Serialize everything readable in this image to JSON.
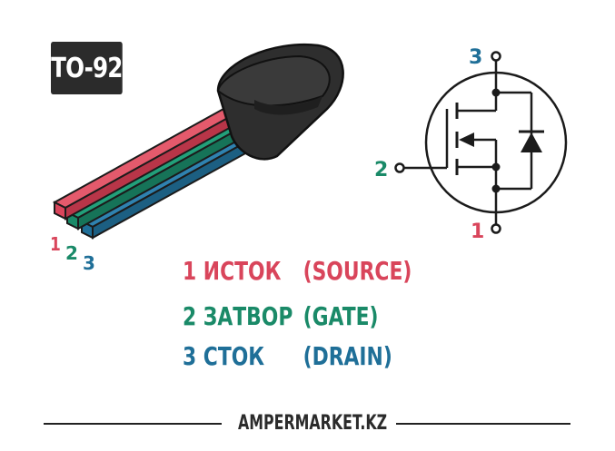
{
  "badge": "TO-92",
  "package_pins": [
    "1",
    "2",
    "3"
  ],
  "symbol_pins": {
    "drain": "3",
    "gate": "2",
    "source": "1"
  },
  "legend": [
    {
      "num_name": "1 ИСТОК",
      "desc": "(SOURCE)",
      "color": "#d9455b"
    },
    {
      "num_name": "2 ЗАТВОР",
      "desc": "(GATE)",
      "color": "#1a8a68"
    },
    {
      "num_name": "3 СТОК",
      "desc": "(DRAIN)",
      "color": "#1f6f98"
    }
  ],
  "footer": "AMPERMARKET.KZ",
  "colors": {
    "red": "#d9455b",
    "green": "#1a8a68",
    "blue": "#1f6f98",
    "dark": "#2b2b2b"
  }
}
